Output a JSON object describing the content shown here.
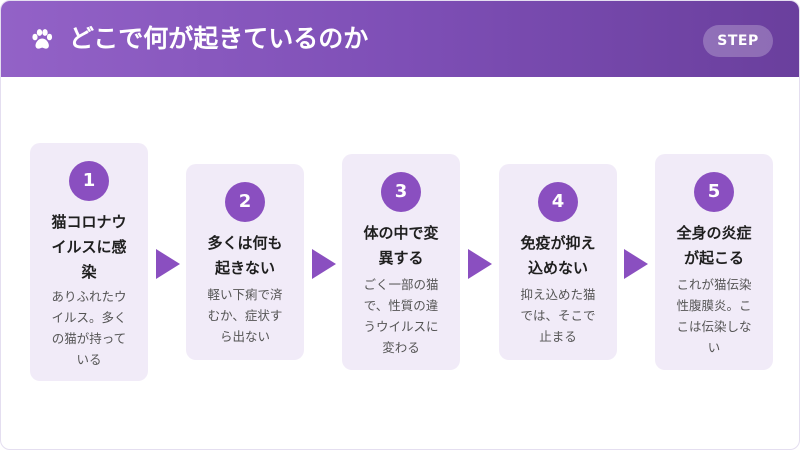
{
  "header": {
    "title": "どこで何が起きているのか",
    "badge": "STEP",
    "icon": "paw-icon",
    "gradient_start": "#9362c7",
    "gradient_end": "#6a3f9d"
  },
  "accent_color": "#8a4fc0",
  "steps": [
    {
      "number": "1",
      "title_lines": [
        "猫コロナウ",
        "イルスに感",
        "染"
      ],
      "body_lines": [
        "ありふれたウ",
        "イルス。多く",
        "の猫が持って",
        "いる"
      ]
    },
    {
      "number": "2",
      "title_lines": [
        "多くは何も",
        "起きない"
      ],
      "body_lines": [
        "軽い下痢で済",
        "むか、症状す",
        "ら出ない"
      ]
    },
    {
      "number": "3",
      "title_lines": [
        "体の中で変",
        "異する"
      ],
      "body_lines": [
        "ごく一部の猫",
        "で、性質の違",
        "うウイルスに",
        "変わる"
      ]
    },
    {
      "number": "4",
      "title_lines": [
        "免疫が抑え",
        "込めない"
      ],
      "body_lines": [
        "抑え込めた猫",
        "では、そこで",
        "止まる"
      ]
    },
    {
      "number": "5",
      "title_lines": [
        "全身の炎症",
        "が起こる"
      ],
      "body_lines": [
        "これが猫伝染",
        "性腹膜炎。こ",
        "こは伝染しな",
        "い"
      ]
    }
  ]
}
